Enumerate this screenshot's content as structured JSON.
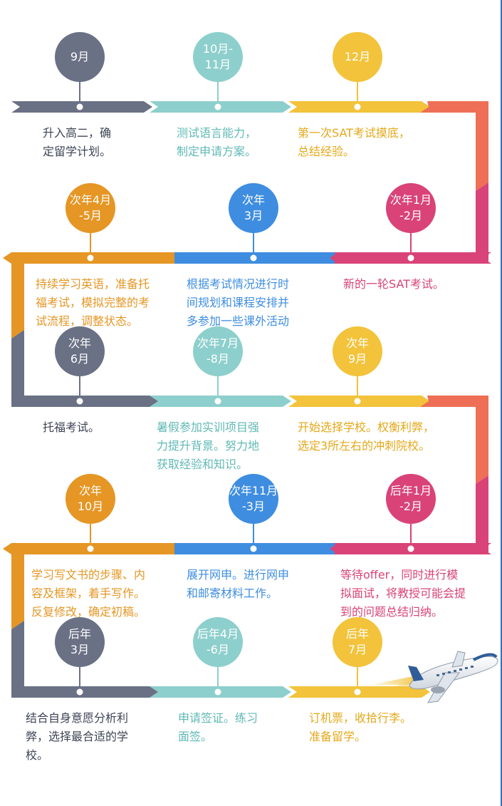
{
  "colors": {
    "gray": "#6a7185",
    "teal": "#8dcfcc",
    "yellow": "#f2c33b",
    "coral": "#ee6f55",
    "pink": "#d94377",
    "blue": "#3e8de0",
    "orange": "#e59624"
  },
  "steps": [
    {
      "date": "9月",
      "text": "升入高二，确\n定留学计划。",
      "color": "gray"
    },
    {
      "date": "10月-\n11月",
      "text": "测试语言能力，\n制定申请方案。",
      "color": "teal"
    },
    {
      "date": "12月",
      "text": "第一次SAT考试摸底，\n总结经验。",
      "color": "yellow"
    },
    {
      "date": "次年1月\n-2月",
      "text": "新的一轮SAT考试。",
      "color": "pink"
    },
    {
      "date": "次年\n3月",
      "text": "根据考试情况进行时\n间规划和课程安排并\n多参加一些课外活动",
      "color": "blue"
    },
    {
      "date": "次年4月\n-5月",
      "text": "持续学习英语，准备托\n福考试，模拟完整的考\n试流程，调整状态。",
      "color": "orange"
    },
    {
      "date": "次年\n6月",
      "text": "托福考试。",
      "color": "gray"
    },
    {
      "date": "次年7月\n-8月",
      "text": "暑假参加实训项目强\n力提升背景。努力地\n获取经验和知识。",
      "color": "teal"
    },
    {
      "date": "次年\n9月",
      "text": "开始选择学校。权衡利弊，\n选定3所左右的冲刺院校。",
      "color": "yellow"
    },
    {
      "date": "后年1月\n-2月",
      "text": "等待offer，同时进行模\n拟面试，将教授可能会提\n到的问题总结归纳。",
      "color": "pink"
    },
    {
      "date": "次年11月\n-3月",
      "text": "展开网申。进行网申\n和邮寄材料工作。",
      "color": "blue"
    },
    {
      "date": "次年\n10月",
      "text": "学习写文书的步骤、内\n容及框架，着手写作。\n反复修改，确定初稿。",
      "color": "orange"
    },
    {
      "date": "后年\n3月",
      "text": "结合自身意愿分析利\n弊，选择最合适的学\n校。",
      "color": "gray"
    },
    {
      "date": "后年4月\n-6月",
      "text": "申请签证。练习\n面签。",
      "color": "teal"
    },
    {
      "date": "后年\n7月",
      "text": "订机票，收拾行李。\n准备留学。",
      "color": "yellow"
    }
  ]
}
